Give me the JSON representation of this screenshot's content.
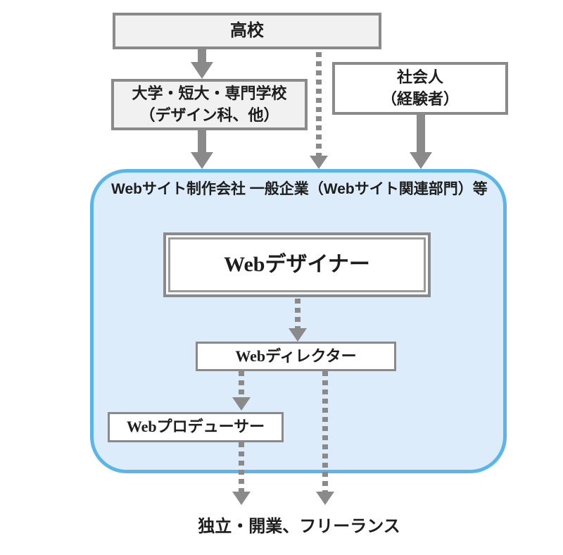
{
  "diagram": {
    "nodes": {
      "highschool": {
        "label": "高校"
      },
      "university": {
        "lines": [
          "大学・短大・専門学校",
          "（デザイン科、他）"
        ]
      },
      "adult": {
        "lines": [
          "社会人",
          "（経験者）"
        ]
      },
      "company": {
        "lines": [
          "Webサイト制作会社",
          "一般企業（Webサイト関連部門）等"
        ]
      },
      "designer": {
        "label": "Webデザイナー"
      },
      "director": {
        "label": "Webディレクター"
      },
      "producer": {
        "label": "Webプロデューサー"
      },
      "freelance": {
        "label": "独立・開業、フリーランス"
      }
    },
    "colors": {
      "node_border": "#8a8a8a",
      "node_border_light": "#9a9a9a",
      "node_fill_gray": "#f1f1f1",
      "node_fill_white": "#ffffff",
      "container_border": "#5bb5ea",
      "container_fill": "#dcecfa",
      "arrow": "#8a8a8a",
      "text": "#1d1d1d",
      "background": "#ffffff"
    }
  }
}
